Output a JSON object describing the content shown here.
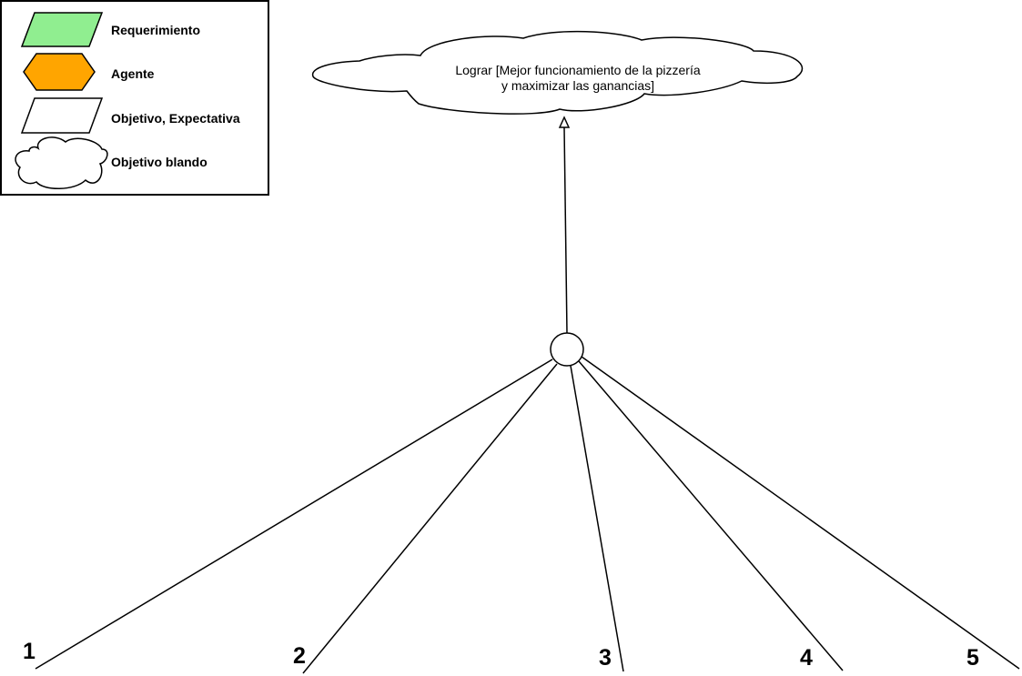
{
  "legend": {
    "items": [
      {
        "label": "Requerimiento",
        "shape": "parallelogram",
        "color": "#90EE90"
      },
      {
        "label": "Agente",
        "shape": "hexagon",
        "color": "#FFA500"
      },
      {
        "label": "Objetivo, Expectativa",
        "shape": "parallelogram",
        "color": "#FFFFFF"
      },
      {
        "label": "Objetivo blando",
        "shape": "cloud",
        "color": "#FFFFFF"
      }
    ]
  },
  "softgoal": {
    "line1": "Lograr [Mejor funcionamiento de la pizzería",
    "line2": "y maximizar las ganancias]"
  },
  "branches": [
    {
      "label": "1"
    },
    {
      "label": "2"
    },
    {
      "label": "3"
    },
    {
      "label": "4"
    },
    {
      "label": "5"
    }
  ]
}
